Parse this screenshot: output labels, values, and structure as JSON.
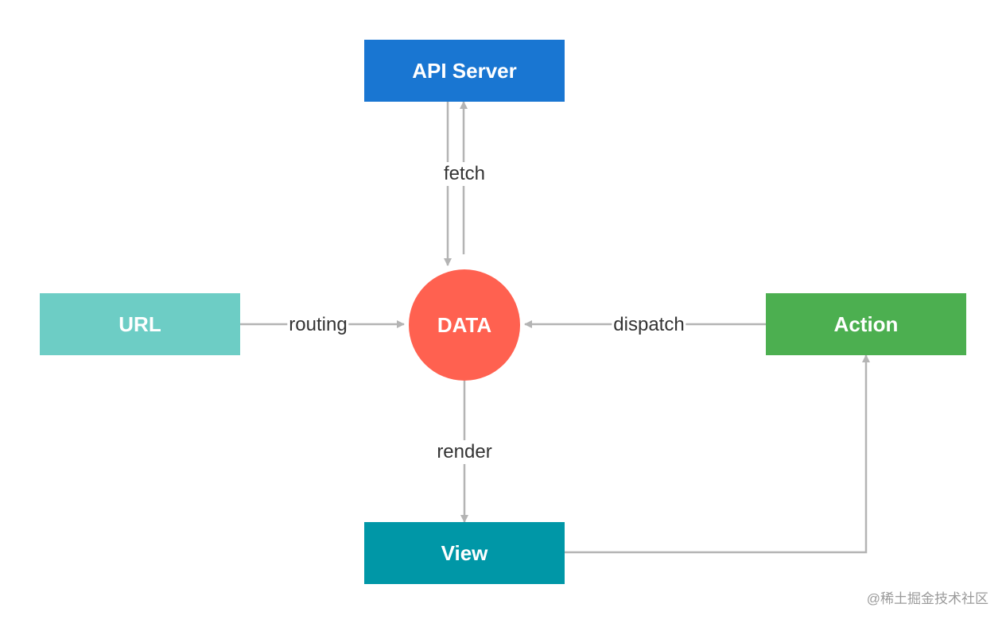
{
  "nodes": {
    "api_server": {
      "label": "API Server",
      "color": "#1976d2"
    },
    "url": {
      "label": "URL",
      "color": "#6dcdc5"
    },
    "data": {
      "label": "DATA",
      "color": "#ff6150"
    },
    "action": {
      "label": "Action",
      "color": "#4caf50"
    },
    "view": {
      "label": "View",
      "color": "#0097a7"
    }
  },
  "edges": {
    "fetch": {
      "label": "fetch"
    },
    "routing": {
      "label": "routing"
    },
    "dispatch": {
      "label": "dispatch"
    },
    "render": {
      "label": "render"
    }
  },
  "edge_color": "#b4b4b4",
  "watermark": "@稀土掘金技术社区"
}
